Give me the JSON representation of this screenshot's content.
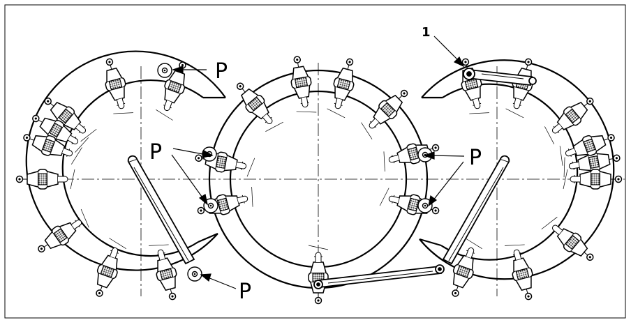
{
  "labels": {
    "p_left_top": "P",
    "p_left_bottom": "P",
    "p_center": "P",
    "p_right": "P",
    "item_number": "1"
  },
  "colors": {
    "ink": "#000000",
    "paper": "#ffffff",
    "hatch": "#444444"
  }
}
